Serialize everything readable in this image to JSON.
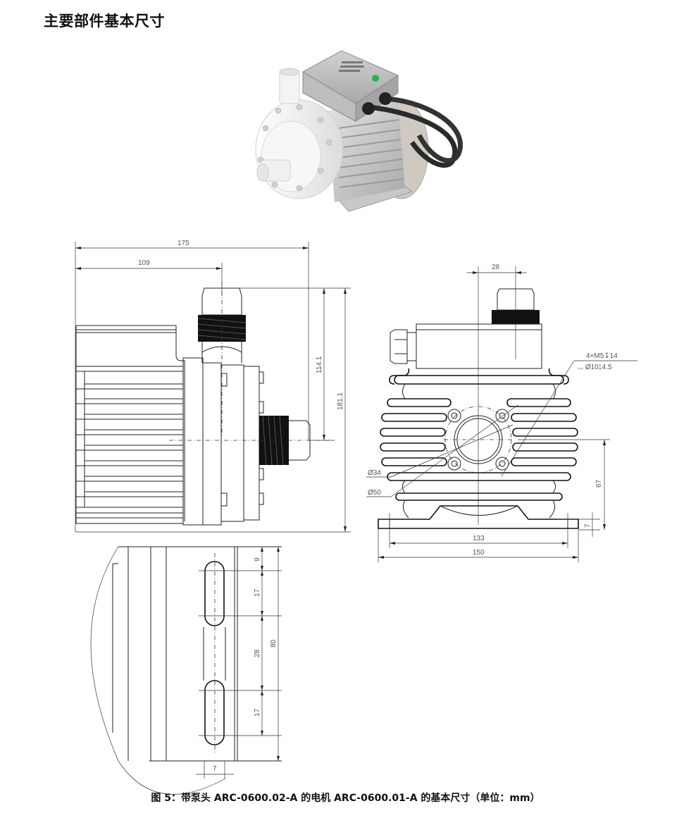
{
  "document": {
    "section_heading": "主要部件基本尺寸",
    "figure_caption": "图 5：带泵头 ARC-0600.02-A 的电机 ARC-0600.01-A 的基本尺寸（单位：mm）"
  },
  "photo": {
    "description": "3D render of pump with motor, white pump head, grey finned aluminum motor body, terminal box with two black cables",
    "colors": {
      "pump_head": "#f2f2f2",
      "motor_body": "#c9c9c9",
      "terminal_box": "#b9b9b9",
      "cable": "#2a2a2a",
      "badge": "#2bb34a"
    }
  },
  "side_view": {
    "dimensions": {
      "overall_length": "175",
      "to_outlet_axis": "109",
      "outlet_height": "114.1",
      "overall_height": "181.1"
    }
  },
  "front_view": {
    "dimensions": {
      "outlet_offset": "28",
      "inner_diameter": "Ø34",
      "bolt_circle": "Ø50",
      "axis_height": "67",
      "foot_thickness": "7",
      "hole_spacing": "133",
      "base_width": "150"
    },
    "hole_callout": {
      "line1": "4×M5↧14",
      "line2": "⌴ Ø10↧4.5"
    }
  },
  "detail_view": {
    "dimensions": {
      "top_offset": "9",
      "slot1_length": "17",
      "slot_gap": "28",
      "slot2_length": "17",
      "total": "80",
      "slot_width": "7"
    }
  }
}
